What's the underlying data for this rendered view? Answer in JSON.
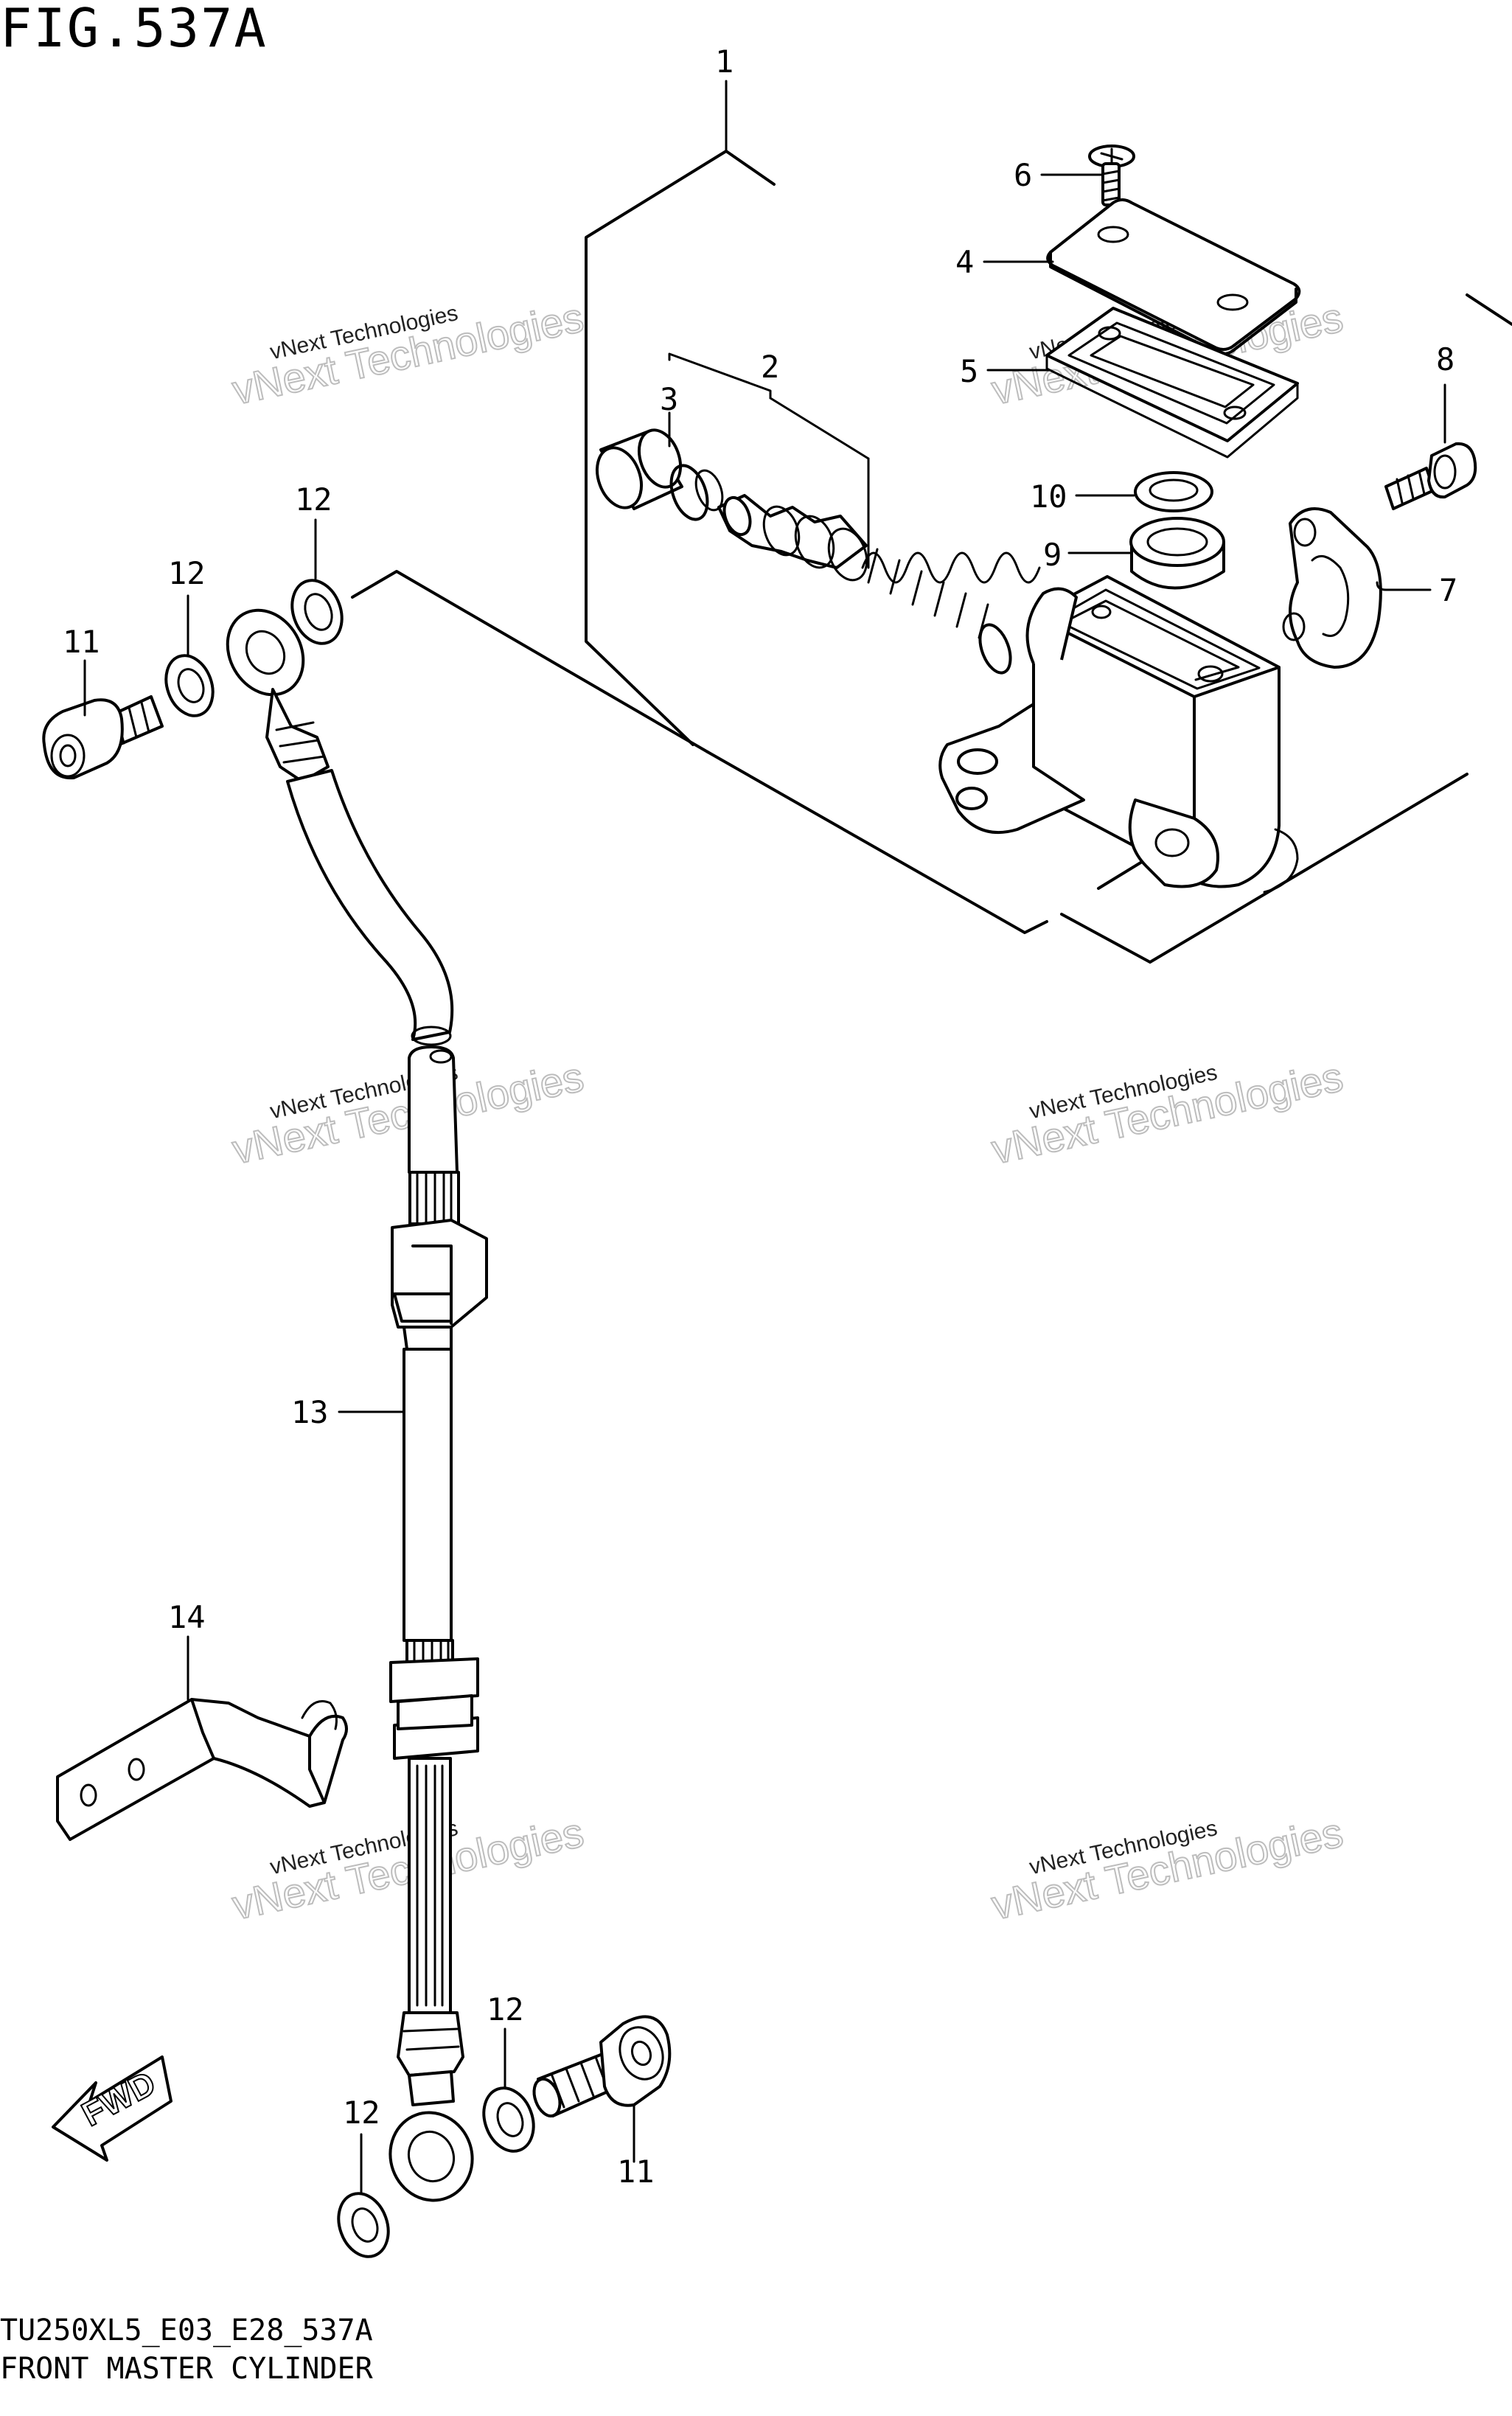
{
  "figure": {
    "title": "FIG.537A",
    "model_code": "TU250XL5_E03_E28_537A",
    "name": "FRONT MASTER CYLINDER",
    "direction_label": "FWD"
  },
  "callouts": {
    "c1": "1",
    "c2": "2",
    "c3": "3",
    "c4": "4",
    "c5": "5",
    "c6": "6",
    "c7": "7",
    "c8": "8",
    "c9": "9",
    "c10": "10",
    "c11a": "11",
    "c11b": "11",
    "c12a": "12",
    "c12b": "12",
    "c12c": "12",
    "c12d": "12",
    "c13": "13",
    "c14": "14"
  },
  "watermark": {
    "line1": "vNext Technologies",
    "line2": "vNext Technologies"
  }
}
